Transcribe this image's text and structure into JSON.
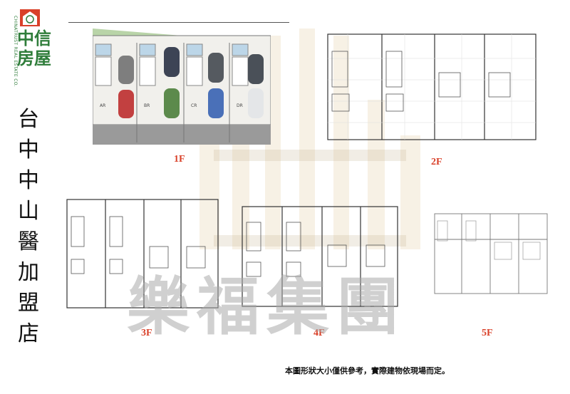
{
  "logo": {
    "name_zh": "中信房屋",
    "name_en": "CHINATRUST REAL ESTATE CO.",
    "colors": {
      "green": "#2f7d3a",
      "red": "#d9412a"
    }
  },
  "title_chars": [
    "台",
    "中",
    "中",
    "山",
    "醫",
    "加",
    "盟",
    "店"
  ],
  "floors": {
    "f1": {
      "label": "1F",
      "units": [
        "AR",
        "BR",
        "CR",
        "DR"
      ]
    },
    "f2": {
      "label": "2F"
    },
    "f3": {
      "label": "3F"
    },
    "f4": {
      "label": "4F"
    },
    "f5": {
      "label": "5F"
    }
  },
  "watermark": {
    "text": "樂福集團"
  },
  "note": "本圖形狀大小僅供參考，實際建物依現場而定。"
}
